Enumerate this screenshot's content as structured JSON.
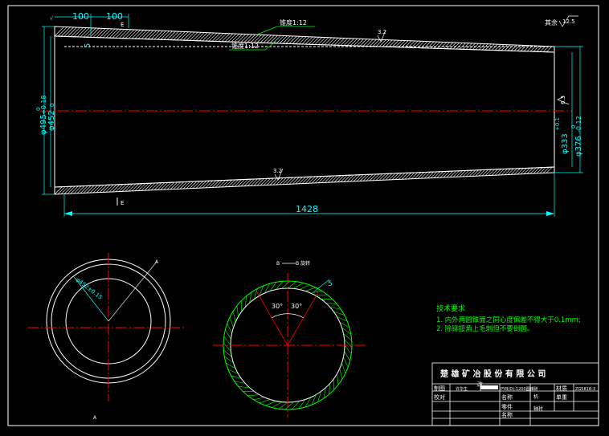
{
  "colors": {
    "background": "#000000",
    "outline": "#ffffff",
    "dimension": "#00ffff",
    "centerline": "#ff0000",
    "hatch": "#ffffff",
    "annotation": "#00ff00",
    "notes": "#00ff00"
  },
  "dimensions": {
    "top_width_a": "100",
    "top_width_b": "100",
    "left_thickness": "5",
    "taper_upper": "锥度1:12",
    "taper_lower": "锥度1:12",
    "roughness_top": "3.2",
    "roughness_bottom": "3.2",
    "roughness_right": "6.3",
    "roughness_rest": "其余",
    "roughness_rest_value": "12.5",
    "dia_left_outer": "φ495",
    "dia_left_outer_tol": "+0.18",
    "dia_left_outer_tol_low": "0",
    "dia_left_inner": "φ452",
    "dia_left_inner_tol": "0",
    "dia_right_outer": "φ376",
    "dia_right_outer_tol": "-0.12",
    "dia_right_outer_tol_low": "0",
    "dia_right_inner": "φ333",
    "dia_right_inner_tol": "+0.1",
    "length": "1428",
    "section_mark_top": "E",
    "section_mark_bottom": "E"
  },
  "section_views": {
    "left_mark": "A",
    "left_mark_bottom": "A",
    "left_dim": "φ452±0.15",
    "right_label_a": "B",
    "right_label_b": "B 旋转",
    "angle_left": "30°",
    "angle_right": "30°",
    "wall_dim": "5"
  },
  "notes": {
    "title": "技术要求",
    "line1": "1. 内外两圆锥面之同心度偏差不得大于0.1mm;",
    "line2": "2. 除铆接角上毛刺但不要倒圆。"
  },
  "title_block": {
    "company": "楚 雄 矿 冶 股 份 有 限 公 司",
    "row1_c1": "制图",
    "row1_c2": "许华生",
    "row1_c4": "PYB(D)-1200圆锥碎",
    "row1_c5": "材质",
    "row1_c6": "ZG5818-3",
    "row2_c1": "校对",
    "row2_c3": "名称",
    "row2_c4": "机",
    "row2_c5": "单重",
    "row3_c3": "零件",
    "row3_c4": "轴衬",
    "row4_c3": "名称",
    "title_mark": "改"
  }
}
